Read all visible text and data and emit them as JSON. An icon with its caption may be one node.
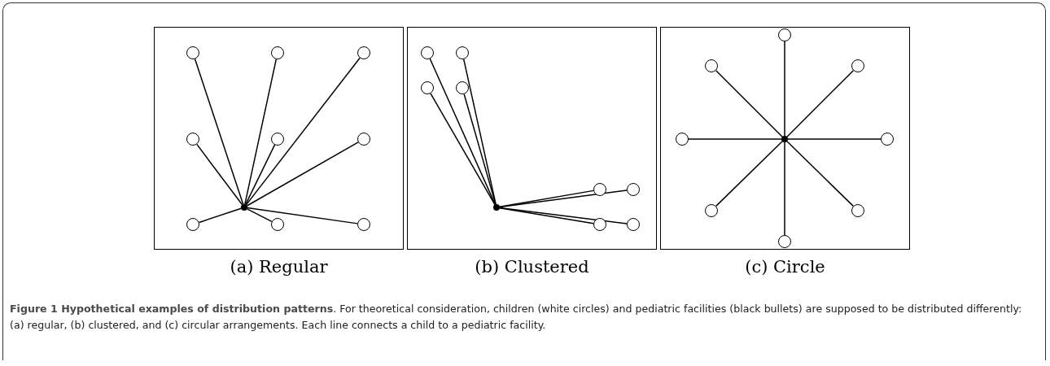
{
  "diagram": {
    "caption": "**Figure 1 Hypothetical examples of distribution patterns**. For theoretical consideration, children (white circles) and pediatric facilities (black bullets) are supposed to be distributed differently: (a) regular, (b) clustered, and (c) circular arrangements. Each line connects a child to a pediatric facility.",
    "nodes": [
      {
        "text": [
          "(a) Regular"
        ]
      },
      {
        "text": [],
        "shape": "circle",
        "in": 0
      },
      {
        "text": [],
        "shape": "circle",
        "in": 0
      },
      {
        "text": [],
        "shape": "circle",
        "in": 0
      },
      {
        "text": [],
        "shape": "circle",
        "in": 0
      },
      {
        "text": [],
        "shape": "circle",
        "in": 0
      },
      {
        "text": [],
        "shape": "circle",
        "in": 0
      },
      {
        "text": [],
        "shape": "circle",
        "in": 0
      },
      {
        "text": [],
        "shape": "circle",
        "in": 0
      },
      {
        "text": [],
        "shape": "circle",
        "in": 0
      },
      {
        "text": [],
        "shape": "circle",
        "in": 0
      },
      {
        "text": [
          "(b) Clustered"
        ]
      },
      {
        "text": [],
        "shape": "circle",
        "in": 11
      },
      {
        "text": [],
        "shape": "circle",
        "in": 11
      },
      {
        "text": [],
        "shape": "circle",
        "in": 11
      },
      {
        "text": [],
        "shape": "circle",
        "in": 11
      },
      {
        "text": [],
        "shape": "circle",
        "in": 11
      },
      {
        "text": [],
        "shape": "circle",
        "in": 11
      },
      {
        "text": [],
        "shape": "circle",
        "in": 11
      },
      {
        "text": [],
        "shape": "circle",
        "in": 11
      },
      {
        "text": [],
        "shape": "circle",
        "in": 11
      },
      {
        "text": [
          "(c) Circle"
        ]
      },
      {
        "text": [],
        "shape": "circle",
        "in": 21
      },
      {
        "text": [],
        "shape": "circle",
        "in": 21
      },
      {
        "text": [],
        "shape": "circle",
        "in": 21
      },
      {
        "text": [],
        "shape": "circle",
        "in": 21
      },
      {
        "text": [],
        "shape": "circle",
        "in": 21
      },
      {
        "text": [],
        "shape": "circle",
        "in": 21
      },
      {
        "text": [],
        "shape": "circle",
        "in": 21
      },
      {
        "text": [],
        "shape": "circle",
        "in": 21
      },
      {
        "text": [],
        "shape": "circle",
        "in": 21
      }
    ],
    "edges": [
      {
        "from": 1,
        "to": 10,
        "arrow": "none"
      },
      {
        "from": 2,
        "to": 10,
        "arrow": "none"
      },
      {
        "from": 3,
        "to": 10,
        "arrow": "none"
      },
      {
        "from": 4,
        "to": 10,
        "arrow": "none"
      },
      {
        "from": 5,
        "to": 10,
        "arrow": "none"
      },
      {
        "from": 6,
        "to": 10,
        "arrow": "none"
      },
      {
        "from": 7,
        "to": 10,
        "arrow": "none"
      },
      {
        "from": 8,
        "to": 10,
        "arrow": "none"
      },
      {
        "from": 9,
        "to": 10,
        "arrow": "none"
      },
      {
        "from": 12,
        "to": 20,
        "arrow": "none"
      },
      {
        "from": 13,
        "to": 20,
        "arrow": "none"
      },
      {
        "from": 14,
        "to": 20,
        "arrow": "none"
      },
      {
        "from": 15,
        "to": 20,
        "arrow": "none"
      },
      {
        "from": 16,
        "to": 20,
        "arrow": "none"
      },
      {
        "from": 17,
        "to": 20,
        "arrow": "none"
      },
      {
        "from": 18,
        "to": 20,
        "arrow": "none"
      },
      {
        "from": 19,
        "to": 20,
        "arrow": "none"
      },
      {
        "from": 22,
        "to": 30,
        "arrow": "none"
      },
      {
        "from": 23,
        "to": 30,
        "arrow": "none"
      },
      {
        "from": 24,
        "to": 30,
        "arrow": "none"
      },
      {
        "from": 25,
        "to": 30,
        "arrow": "none"
      },
      {
        "from": 26,
        "to": 30,
        "arrow": "none"
      },
      {
        "from": 27,
        "to": 30,
        "arrow": "none"
      },
      {
        "from": 28,
        "to": 30,
        "arrow": "none"
      },
      {
        "from": 29,
        "to": 30,
        "arrow": "none"
      }
    ]
  }
}
